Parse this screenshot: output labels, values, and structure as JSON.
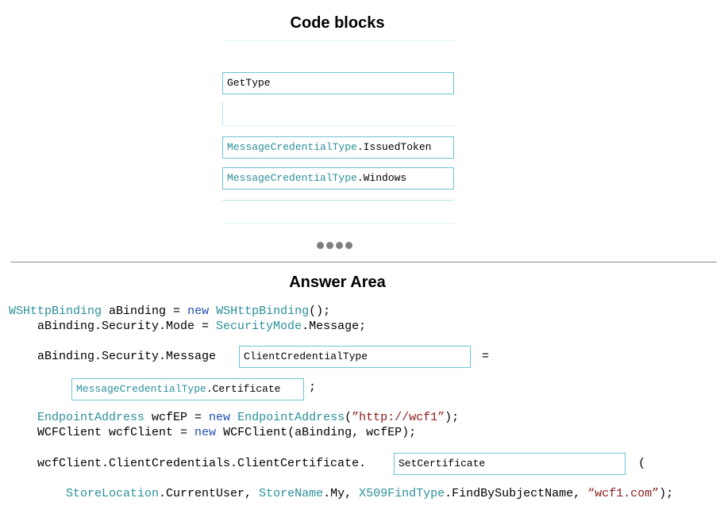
{
  "code_blocks": {
    "title": "Code blocks",
    "items": [
      {
        "type_part": "",
        "member_part": "GetType"
      },
      {
        "type_part": "MessageCredentialType",
        "member_part": ".IssuedToken"
      },
      {
        "type_part": "MessageCredentialType",
        "member_part": ".Windows"
      }
    ]
  },
  "answer_area": {
    "title": "Answer Area",
    "lines": {
      "l1": {
        "t1": "WSHttpBinding",
        "t2": " aBinding = ",
        "t3": "new",
        "t4": " ",
        "t5": "WSHttpBinding",
        "t6": "();"
      },
      "l2": {
        "t1": "aBinding.Security.Mode = ",
        "t2": "SecurityMode",
        "t3": ".Message;"
      },
      "l3": {
        "t1": "aBinding.Security.Message",
        "t2": "="
      },
      "l4": {
        "t1": ";"
      },
      "l5": {
        "t1": "EndpointAddress",
        "t2": " wcfEP = ",
        "t3": "new",
        "t4": " ",
        "t5": "EndpointAddress",
        "t6": "(",
        "t7": "”http://wcf1”",
        "t8": ");"
      },
      "l6": {
        "t1": "WCFClient wcfClient = ",
        "t2": "new",
        "t3": " WCFClient(aBinding, wcfEP);"
      },
      "l7": {
        "t1": "wcfClient.ClientCredentials.ClientCertificate.",
        "t2": "("
      },
      "l8": {
        "t1": "StoreLocation",
        "t2": ".CurrentUser, ",
        "t3": "StoreName",
        "t4": ".My, ",
        "t5": "X509FindType",
        "t6": ".FindBySubjectName, ",
        "t7": "“wcf1.com”",
        "t8": ");"
      }
    },
    "slots": {
      "slot1": {
        "member_part": "ClientCredentialType"
      },
      "slot2": {
        "type_part": "MessageCredentialType",
        "member_part": ".Certificate"
      },
      "slot3": {
        "member_part": "SetCertificate"
      }
    }
  },
  "colors": {
    "type": "#2b8f9a",
    "keyword": "#1f4fb0",
    "string": "#8c1a1a",
    "box_border": "#6fc3d3"
  }
}
